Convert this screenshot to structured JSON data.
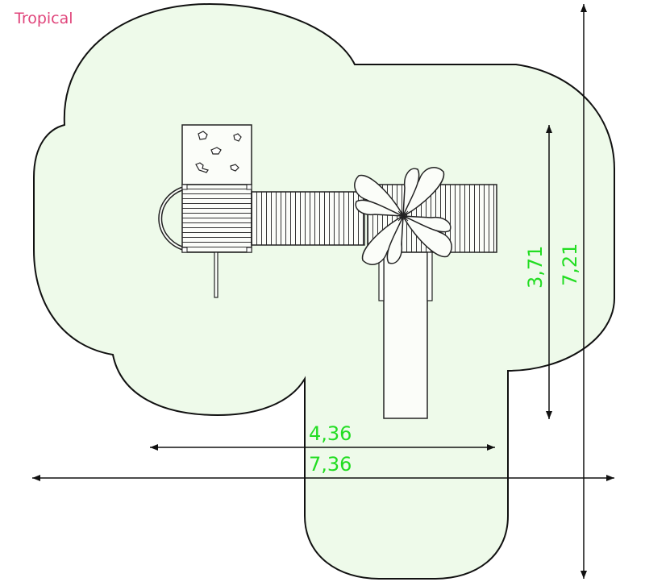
{
  "title": "Tropical",
  "dimensions": {
    "width_inner": "4,36",
    "width_outer": "7,36",
    "height_inner": "3,71",
    "height_outer": "7,21"
  },
  "colors": {
    "zone_fill": "#eefaea",
    "outline": "#111111",
    "dimension_text": "#22dd22",
    "title": "#e0457b"
  }
}
